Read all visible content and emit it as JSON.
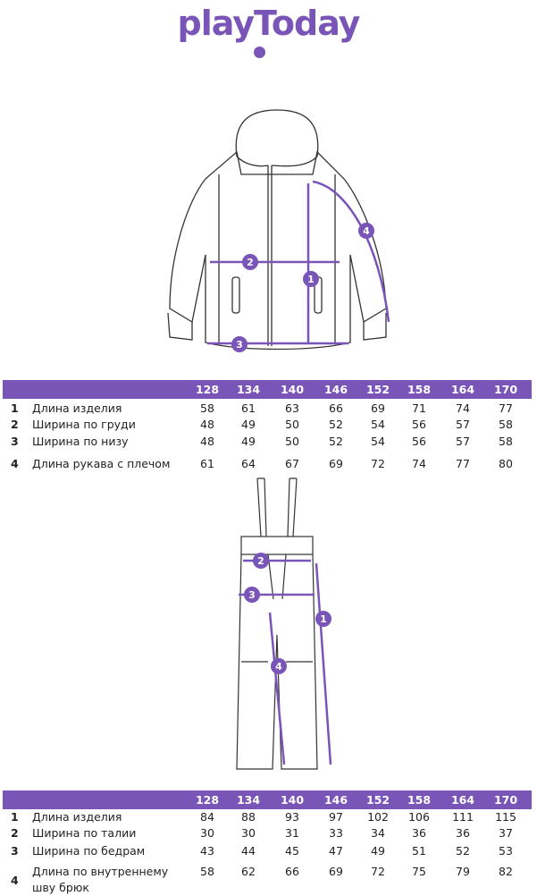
{
  "brand": {
    "logo_text": "playToday",
    "color": "#7a55b8"
  },
  "sizes": [
    "128",
    "134",
    "140",
    "146",
    "152",
    "158",
    "164",
    "170"
  ],
  "jacket": {
    "markers": [
      "1",
      "2",
      "3",
      "4"
    ],
    "rows": [
      {
        "n": "1",
        "label": "Длина изделия",
        "values": [
          "58",
          "61",
          "63",
          "66",
          "69",
          "71",
          "74",
          "77"
        ]
      },
      {
        "n": "2",
        "label": "Ширина по груди",
        "values": [
          "48",
          "49",
          "50",
          "52",
          "54",
          "56",
          "57",
          "58"
        ]
      },
      {
        "n": "3",
        "label": "Ширина по низу",
        "values": [
          "48",
          "49",
          "50",
          "52",
          "54",
          "56",
          "57",
          "58"
        ]
      },
      {
        "n": "4",
        "label": "Длина рукава с плечом",
        "values": [
          "61",
          "64",
          "67",
          "69",
          "72",
          "74",
          "77",
          "80"
        ]
      }
    ]
  },
  "pants": {
    "markers": [
      "1",
      "2",
      "3",
      "4"
    ],
    "rows": [
      {
        "n": "1",
        "label": "Длина изделия",
        "values": [
          "84",
          "88",
          "93",
          "97",
          "102",
          "106",
          "111",
          "115"
        ]
      },
      {
        "n": "2",
        "label": "Ширина по талии",
        "values": [
          "30",
          "30",
          "31",
          "33",
          "34",
          "36",
          "36",
          "37"
        ]
      },
      {
        "n": "3",
        "label": "Ширина по бедрам",
        "values": [
          "43",
          "44",
          "45",
          "47",
          "49",
          "51",
          "52",
          "53"
        ]
      },
      {
        "n": "4",
        "label": "Длина по внутреннему шву брюк",
        "values": [
          "58",
          "62",
          "66",
          "69",
          "72",
          "75",
          "79",
          "82"
        ]
      }
    ]
  }
}
